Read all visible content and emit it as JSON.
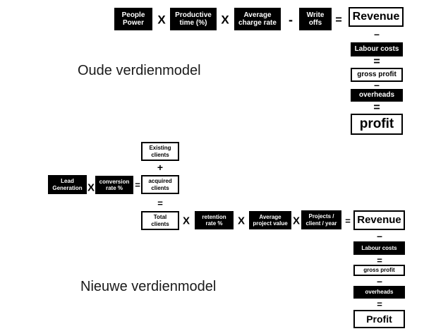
{
  "oude": {
    "caption": "Oude verdienmodel",
    "people_power": "People\nPower",
    "productive_time": "Productive\ntime (%)",
    "average_charge_rate": "Average\ncharge rate",
    "write_offs": "Write\noffs",
    "revenue": "Revenue",
    "labour_costs": "Labour costs",
    "gross_profit": "gross profit",
    "overheads": "overheads",
    "profit": "profit",
    "op_x": "X",
    "op_minus": "-",
    "op_sub": "–",
    "op_eq": "="
  },
  "nieuwe": {
    "caption": "Nieuwe verdienmodel",
    "existing_clients": "Existing\nclients",
    "lead_generation": "Lead\nGeneration",
    "conversion_rate": "conversion\nrate %",
    "acquired_clients": "acquired\nclients",
    "total_clients": "Total\nclients",
    "retention_rate": "retention\nrate %",
    "average_project_value": "Average\nproject value",
    "projects_per_client": "Projects /\nclient / year",
    "revenue": "Revenue",
    "labour_costs": "Labour costs",
    "gross_profit": "gross profit",
    "overheads": "overheads",
    "profit": "Profit",
    "op_x": "X",
    "op_plus": "+",
    "op_sub": "–",
    "op_eq": "="
  },
  "colors": {
    "box_dark": "#000000",
    "box_light": "#ffffff",
    "text": "#1a1a1a"
  }
}
